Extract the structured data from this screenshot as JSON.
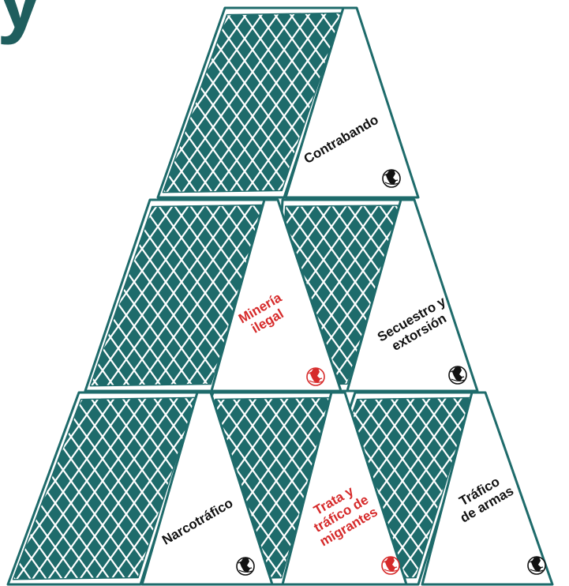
{
  "heading_fragment": "y",
  "colors": {
    "teal": "#1e6b6b",
    "red": "#d62a2a",
    "black": "#111111",
    "white": "#ffffff"
  },
  "icon": "globe-map-icon",
  "cards": [
    {
      "id": "contrabando",
      "lines": [
        "Contrabando"
      ],
      "highlight": false
    },
    {
      "id": "mineria-ilegal",
      "lines": [
        "Minería",
        "ilegal"
      ],
      "highlight": true
    },
    {
      "id": "secuestro-extorsion",
      "lines": [
        "Secuestro y",
        "extorsión"
      ],
      "highlight": false
    },
    {
      "id": "narcotrafico",
      "lines": [
        "Narcotráfico"
      ],
      "highlight": false
    },
    {
      "id": "trata-migrantes",
      "lines": [
        "Trata y",
        "tráfico de",
        "migrantes"
      ],
      "highlight": true
    },
    {
      "id": "trafico-armas",
      "lines": [
        "Tráfico",
        "de armas"
      ],
      "highlight": false
    }
  ]
}
